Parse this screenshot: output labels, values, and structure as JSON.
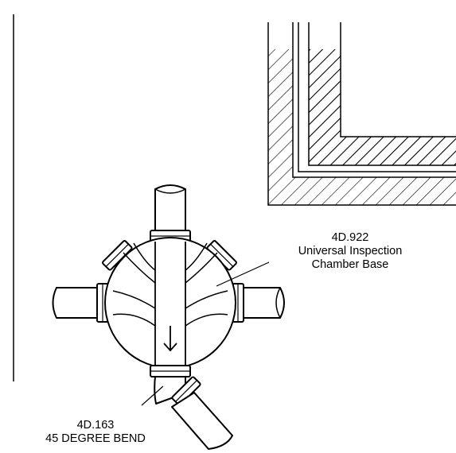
{
  "labels": {
    "chamber_code": "4D.922",
    "chamber_name_1": "Universal Inspection",
    "chamber_name_2": "Chamber Base",
    "bend_code": "4D.163",
    "bend_name": "45 DEGREE BEND"
  },
  "icons": {
    "flow_arrow": "arrow-down-icon"
  },
  "colors": {
    "line": "#000000",
    "background": "#ffffff"
  }
}
